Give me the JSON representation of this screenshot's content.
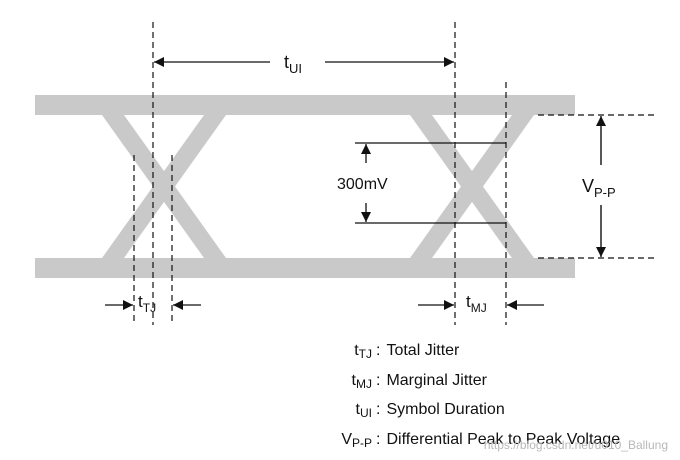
{
  "colors": {
    "eye": "#c9c9c9",
    "line": "#111111"
  },
  "labels": {
    "t_ui": {
      "base": "t",
      "sub": "UI"
    },
    "v_pp": {
      "base": "V",
      "sub": "P-P"
    },
    "t_tj": {
      "base": "t",
      "sub": "TJ"
    },
    "t_mj": {
      "base": "t",
      "sub": "MJ"
    },
    "mask_height": "300mV"
  },
  "legend": [
    {
      "base": "t",
      "sub": "TJ",
      "text": "Total Jitter"
    },
    {
      "base": "t",
      "sub": "MJ",
      "text": "Marginal Jitter"
    },
    {
      "base": "t",
      "sub": "UI",
      "text": "Symbol Duration"
    },
    {
      "base": "V",
      "sub": "P-P",
      "text": "Differential Peak to Peak Voltage"
    }
  ],
  "legend_separator": ":",
  "watermark": "https://blog.csdn.net/u010_Ballung"
}
